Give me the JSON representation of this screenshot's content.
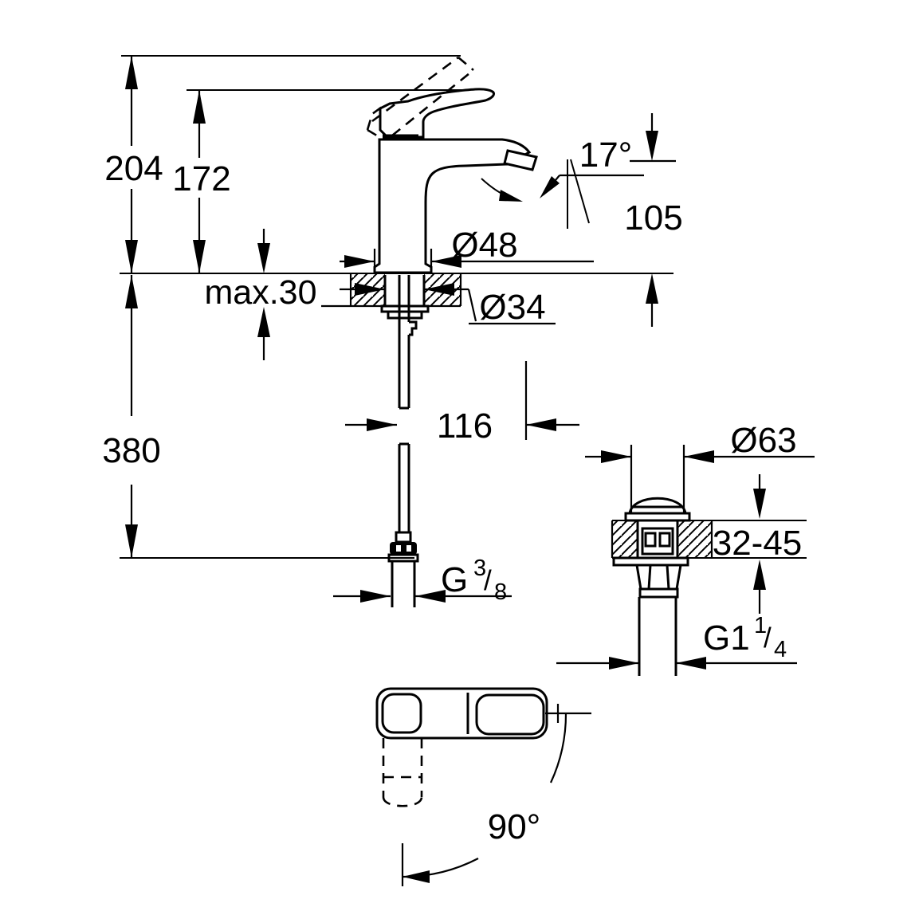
{
  "title": "Single-lever basin mixer technical dimension drawing",
  "front_view": {
    "dim_total_height_raised": "204",
    "dim_height_lever": "172",
    "dim_deck_thickness": "max.30",
    "dim_below_deck": "380",
    "dim_body_diameter": "Ø48",
    "dim_shank_diameter": "Ø34",
    "dim_spout_angle": "17°",
    "dim_spout_height": "105",
    "dim_hose_projection": "116",
    "dim_supply_thread": {
      "prefix": "G",
      "numerator": "3",
      "slash": "/",
      "denominator": "8"
    }
  },
  "drain_view": {
    "dim_cap_diameter": "Ø63",
    "dim_deck_range": "32-45",
    "dim_waste_thread": {
      "prefix": "G1",
      "numerator": "1",
      "slash": "/",
      "denominator": "4"
    }
  },
  "top_view": {
    "dim_swivel_angle": "90°"
  },
  "colors": {
    "line": "#000000",
    "background": "#ffffff"
  }
}
